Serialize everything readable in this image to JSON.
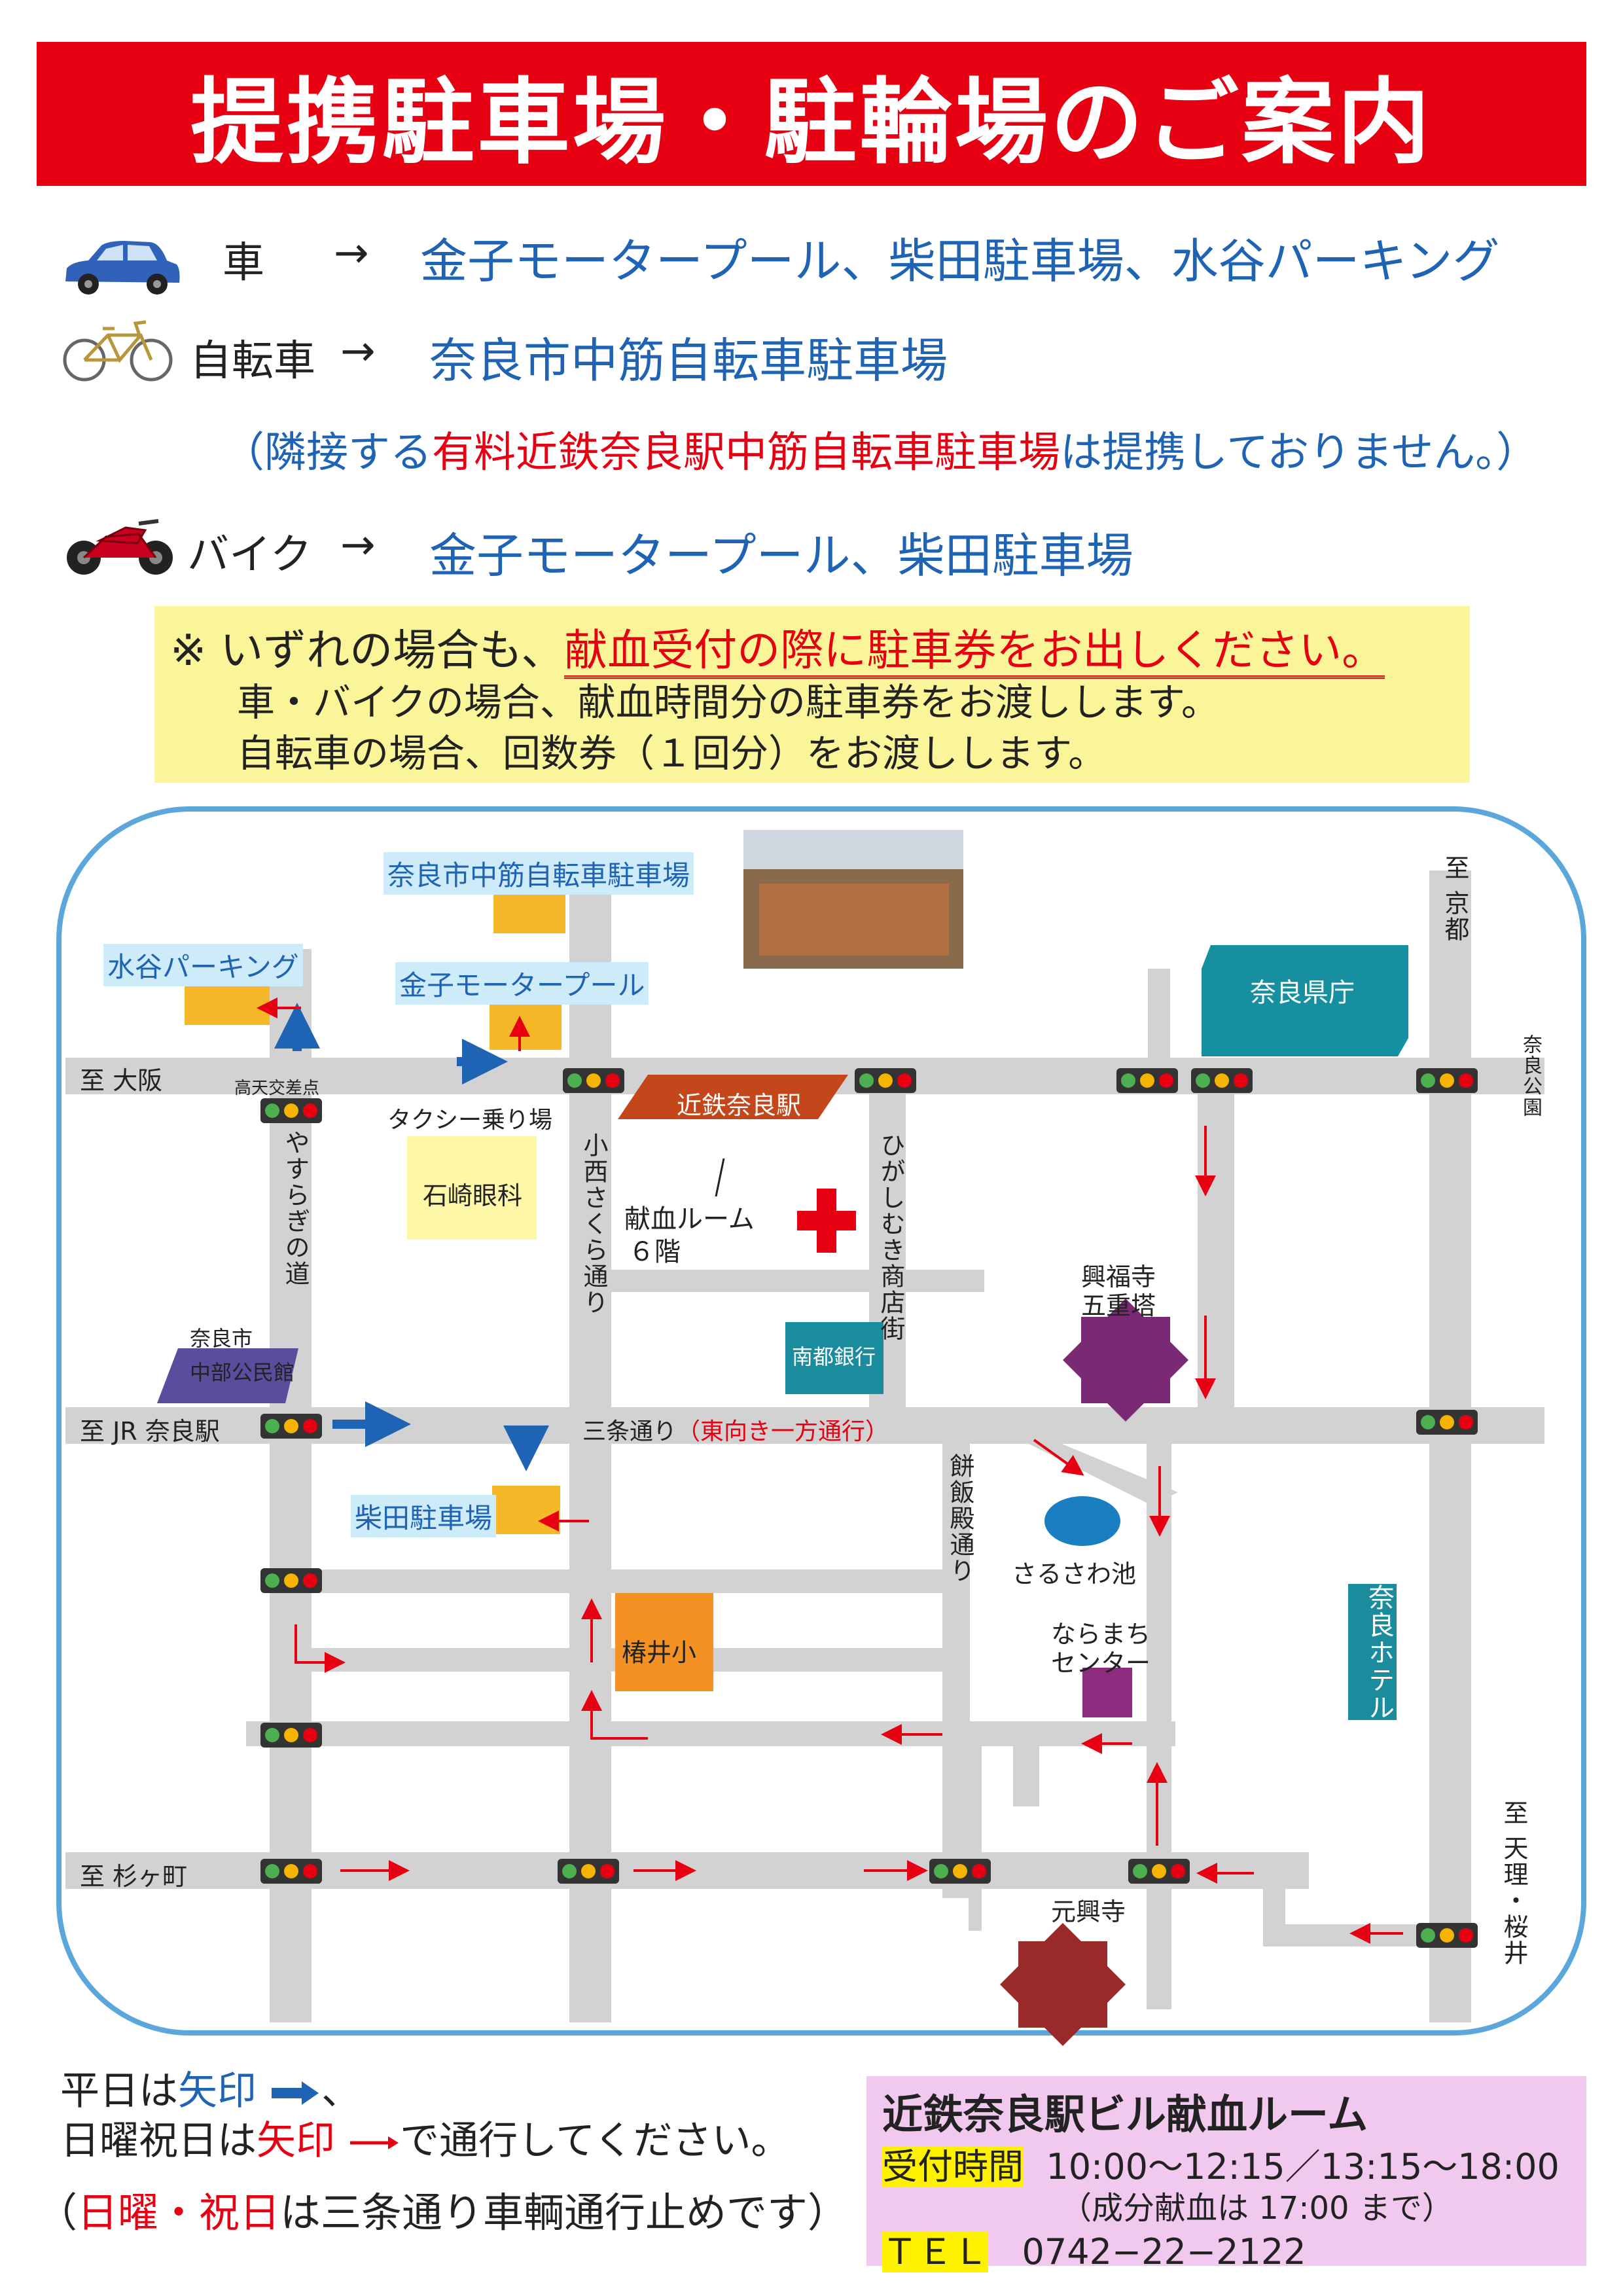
{
  "title": "提携駐車場・駐輪場のご案内",
  "rows": [
    {
      "label": "車",
      "arrow": "→",
      "dest": "金子モータープール、柴田駐車場、水谷パーキング"
    },
    {
      "label": "自転車",
      "arrow": "→",
      "dest": "奈良市中筋自転車駐車場"
    },
    {
      "label": "バイク",
      "arrow": "→",
      "dest": "金子モータープール、柴田駐車場"
    }
  ],
  "bicycle_note": {
    "open": "（隣接する",
    "red": "有料近鉄奈良駅中筋自転車駐車場",
    "close": "は提携しておりません。）"
  },
  "notice": {
    "line1_prefix": "※ いずれの場合も、",
    "line1_emphasis": "献血受付の際に駐車券をお出しください。",
    "line2": "車・バイクの場合、献血時間分の駐車券をお渡しします。",
    "line3": "自転車の場合、回数券（１回分）をお渡しします。"
  },
  "map": {
    "parking_labels": {
      "nakasuji": "奈良市中筋自転車駐車場",
      "mizutani": "水谷パーキング",
      "kaneko": "金子モータープール",
      "shibata": "柴田駐車場"
    },
    "places": {
      "station": "近鉄奈良駅",
      "blood_room_1": "献血ルーム",
      "blood_room_2": "６階",
      "kencho": "奈良県庁",
      "ishizaki": "石崎眼科",
      "nanto": "南都銀行",
      "kofukuji_1": "興福寺",
      "kofukuji_2": "五重塔",
      "kominkan_1": "奈良市",
      "kominkan_2": "中部公民館",
      "sarusawa": "さるさわ池",
      "naramachi_1": "ならまち",
      "naramachi_2": "センター",
      "tsubai": "椿井小",
      "hotel": "奈良ホテル",
      "gangoji": "元興寺",
      "taxi": "タクシー乗り場",
      "kotenkosaten": "高天交差点"
    },
    "roads": {
      "to_osaka": "至 大阪",
      "to_jr": "至 JR 奈良駅",
      "to_sugigacho": "至 杉ヶ町",
      "to_kyoto": "至 京都",
      "to_narakoen": "奈良公園",
      "to_tenri": "至 天理・桜井",
      "yasuragi": "やすらぎの道",
      "konishi": "小西さくら通り",
      "higashimuki": "ひがしむき商店街",
      "mochiidono": "餅飯殿通り",
      "sanjo": "三条通り",
      "sanjo_note": "（東向き一方通行）"
    }
  },
  "legend": {
    "line1_a": "平日は",
    "line1_b": "矢印",
    "line1_c": "、",
    "line2_a": "日曜祝日は",
    "line2_b": "矢印",
    "line2_c": "で通行してください。",
    "line3_a": "（",
    "line3_b": "日曜・祝日",
    "line3_c": "は三条通り車輌通行止めです）"
  },
  "info": {
    "title": "近鉄奈良駅ビル献血ルーム",
    "hours_label": "受付時間",
    "hours": "10:00〜12:15／13:15〜18:00",
    "component_note": "（成分献血は 17:00 まで）",
    "tel_label": "ＴＥＬ",
    "tel": "0742−22−2122"
  },
  "colors": {
    "red": "#e60012",
    "blue": "#1f63b5",
    "road": "#d0d0d0",
    "map_border": "#5ba7dc"
  }
}
